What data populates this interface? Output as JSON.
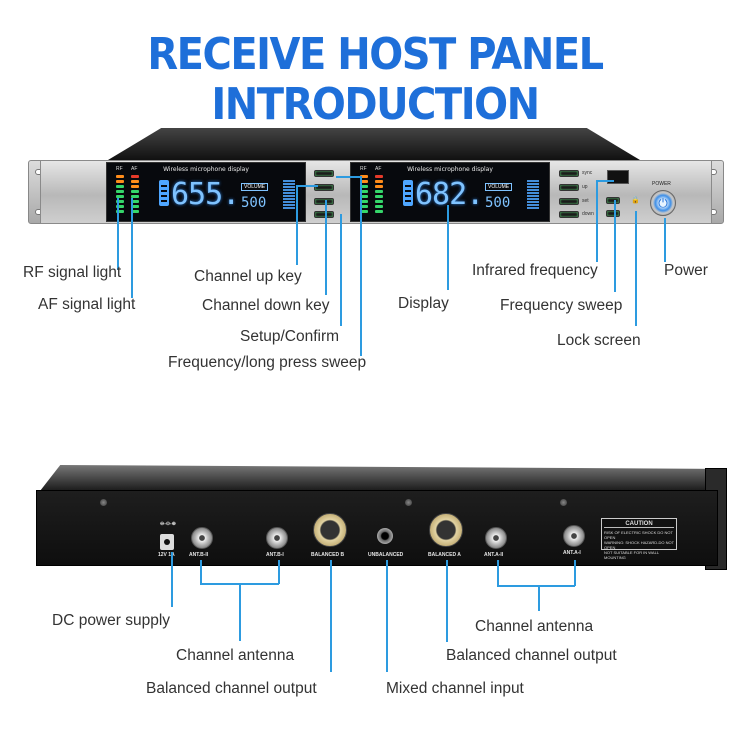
{
  "title": "RECEIVE HOST PANEL INTRODUCTION",
  "front_panel": {
    "screen_a": {
      "caption": "Wireless microphone display",
      "frequency_main": "655.",
      "frequency_sub": "500",
      "volume": "VOLUME"
    },
    "screen_b": {
      "caption": "Wireless microphone display",
      "frequency_main": "682.",
      "frequency_sub": "500",
      "volume": "VOLUME"
    },
    "led_tags": [
      "RF",
      "AF",
      "RF",
      "AF"
    ],
    "keypad_b_labels": [
      "sync",
      "up",
      "set",
      "down"
    ],
    "power_label": "POWER",
    "power_symbol": "⏻"
  },
  "rear_panel": {
    "dc_label": "12V 1A",
    "port_labels": {
      "ant_b2": "ANT.B-II",
      "ant_b1": "ANT.B-I",
      "balanced_b": "BALANCED B",
      "unbalanced": "UNBALANCED",
      "balanced_a": "BALANCED A",
      "ant_a2": "ANT.A-II",
      "ant_a1": "ANT.A-I"
    },
    "caution": {
      "title": "CAUTION",
      "line1": "RISK OF ELECTRIC SHOCK DO NOT OPEN",
      "line2": "WARNING: SHOCK HAZARD-DO NOT OPEN",
      "line3": "NOT SUITABLE FOR IN WALL MOUNTING"
    }
  },
  "callouts": {
    "rf_signal_light": "RF signal light",
    "af_signal_light": "AF signal light",
    "channel_up_key": "Channel up key",
    "channel_down_key": "Channel down key",
    "setup_confirm": "Setup/Confirm",
    "frequency_long_press": "Frequency/long press sweep",
    "display": "Display",
    "infrared_frequency": "Infrared frequency",
    "frequency_sweep": "Frequency sweep",
    "lock_screen": "Lock screen",
    "power": "Power",
    "dc_power_supply": "DC power supply",
    "channel_antenna_b": "Channel antenna",
    "balanced_output_b": "Balanced channel output",
    "mixed_input": "Mixed channel input",
    "channel_antenna_a": "Channel antenna",
    "balanced_output_a": "Balanced channel output"
  },
  "colors": {
    "title": "#1e6fd9",
    "callout_line": "#2d9be0",
    "display_digits": "#7fc3ff",
    "led_green": "#35d66a",
    "led_orange": "#ff8c1a",
    "led_red": "#e53a2a"
  }
}
